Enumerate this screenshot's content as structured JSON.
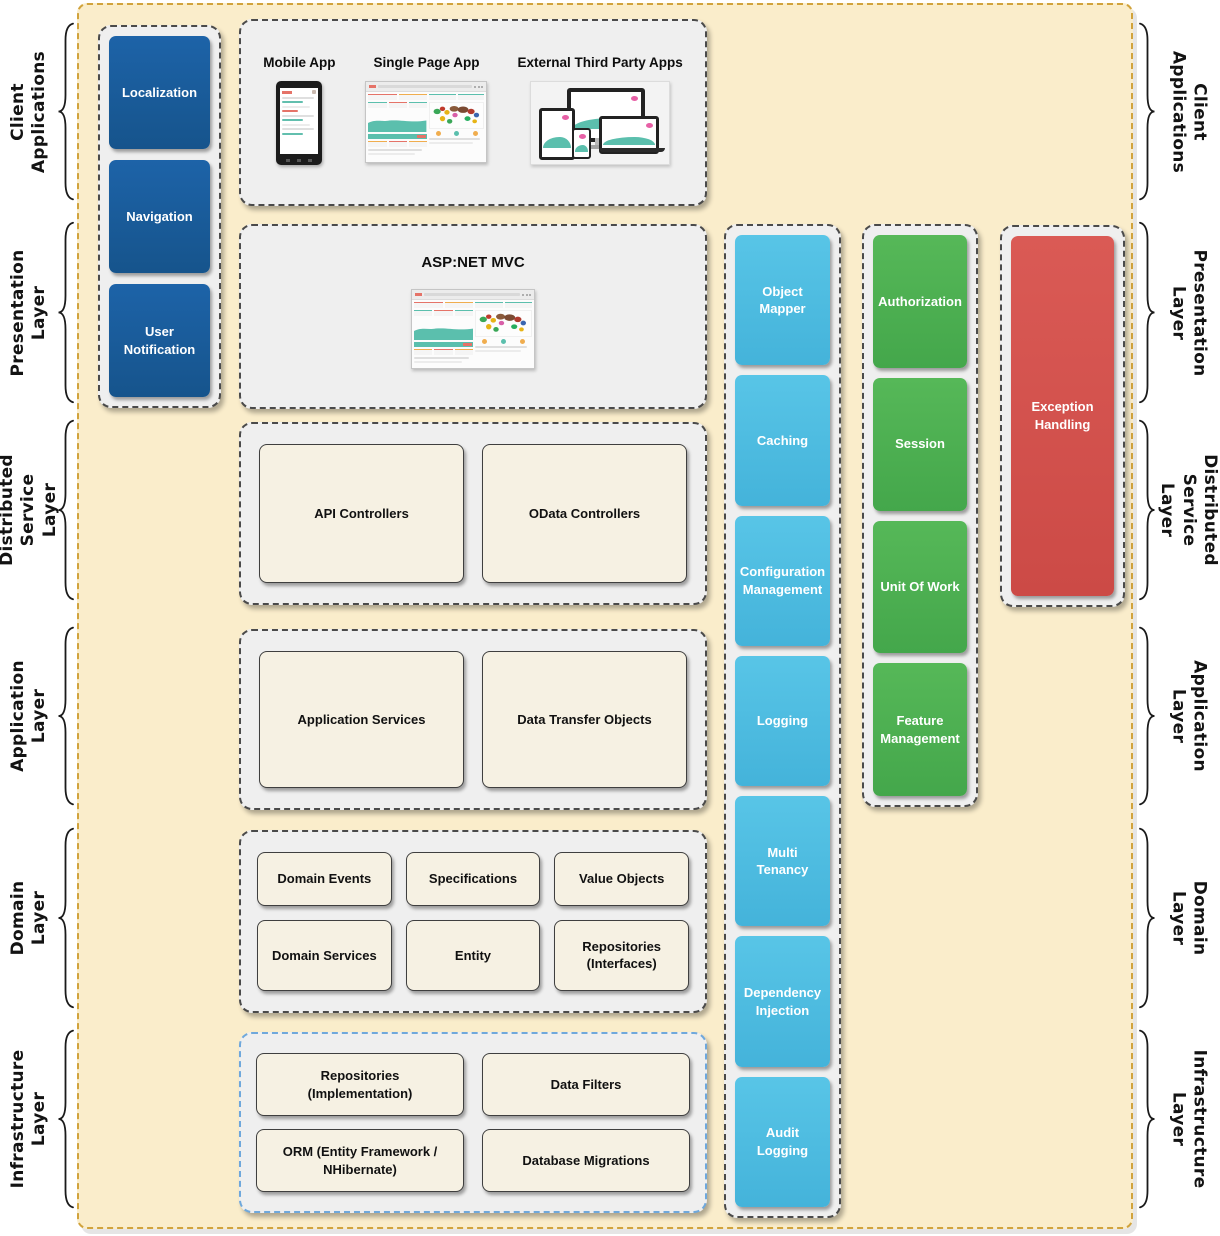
{
  "layers": [
    {
      "id": "client-applications",
      "label": "Client\nApplications"
    },
    {
      "id": "presentation-layer",
      "label": "Presentation\nLayer"
    },
    {
      "id": "distributed-service-layer",
      "label": "Distributed\nService Layer"
    },
    {
      "id": "application-layer",
      "label": "Application\nLayer"
    },
    {
      "id": "domain-layer",
      "label": "Domain\nLayer"
    },
    {
      "id": "infrastructure-layer",
      "label": "Infrastructure\nLayer"
    }
  ],
  "ui_column": {
    "items": [
      "Localization",
      "Navigation",
      "User Notification"
    ]
  },
  "client_apps": {
    "items": [
      "Mobile App",
      "Single Page App",
      "External Third Party Apps"
    ]
  },
  "presentation": {
    "title": "ASP:NET MVC"
  },
  "distributed_service": {
    "boxes": [
      "API Controllers",
      "OData Controllers"
    ]
  },
  "application_layer": {
    "boxes": [
      "Application Services",
      "Data Transfer Objects"
    ]
  },
  "domain_layer": {
    "boxes": [
      "Domain Events",
      "Specifications",
      "Value Objects",
      "Domain Services",
      "Entity",
      "Repositories (Interfaces)"
    ]
  },
  "infrastructure_layer": {
    "boxes": [
      "Repositories (Implementation)",
      "Data Filters",
      "ORM (Entity Framework / NHibernate)",
      "Database Migrations"
    ]
  },
  "cross_cutting": {
    "column_a": [
      "Object Mapper",
      "Caching",
      "Configuration Management",
      "Logging",
      "Multi Tenancy",
      "Dependency Injection",
      "Audit Logging"
    ],
    "column_b": [
      "Authorization",
      "Session",
      "Unit Of Work",
      "Feature Management"
    ],
    "column_c": [
      "Exception Handling"
    ]
  },
  "colors": {
    "board_background": "#FAEDCB",
    "board_border": "#D1A33C",
    "dark_blue": "#1A5C9E",
    "cyan": "#4FBFE3",
    "green": "#4DB150",
    "red": "#D9534F",
    "container_background": "#EFEFEF",
    "cream_box": "#F6F1E3",
    "infrastructure_border": "#6FA8DC",
    "teal_chart": "#5BBFAD"
  }
}
